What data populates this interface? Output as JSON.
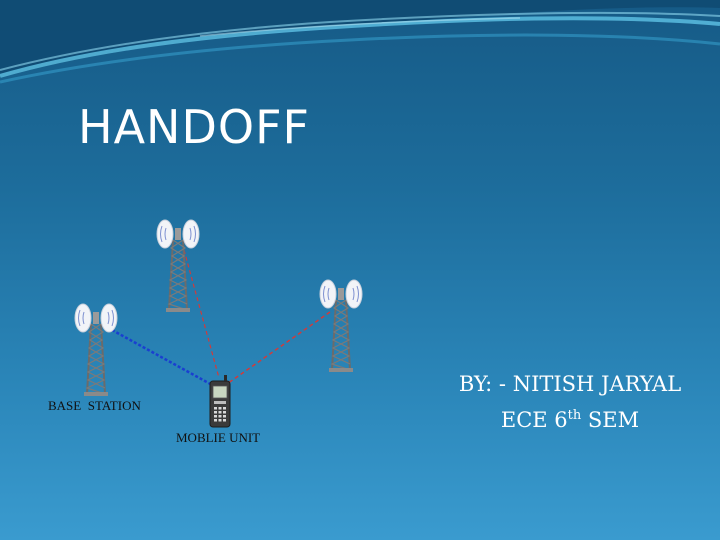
{
  "slide": {
    "title": "HANDOFF",
    "colors": {
      "background_top": "#165a86",
      "background_bottom": "#3a9bcf",
      "text": "#ffffff"
    }
  },
  "diagram": {
    "base_station_label": "BASE  STATION",
    "mobile_unit_label": "MOBLIE UNIT",
    "icons": [
      "antenna-tower-icon",
      "mobile-phone-icon"
    ],
    "link_colors": {
      "active_link": "#1a3fd0",
      "other_links": "#d23a3a"
    }
  },
  "author": {
    "by_line": "BY: - NITISH JARYAL",
    "dept": "ECE 6",
    "semester_sup": "th",
    "sem": " SEM"
  }
}
